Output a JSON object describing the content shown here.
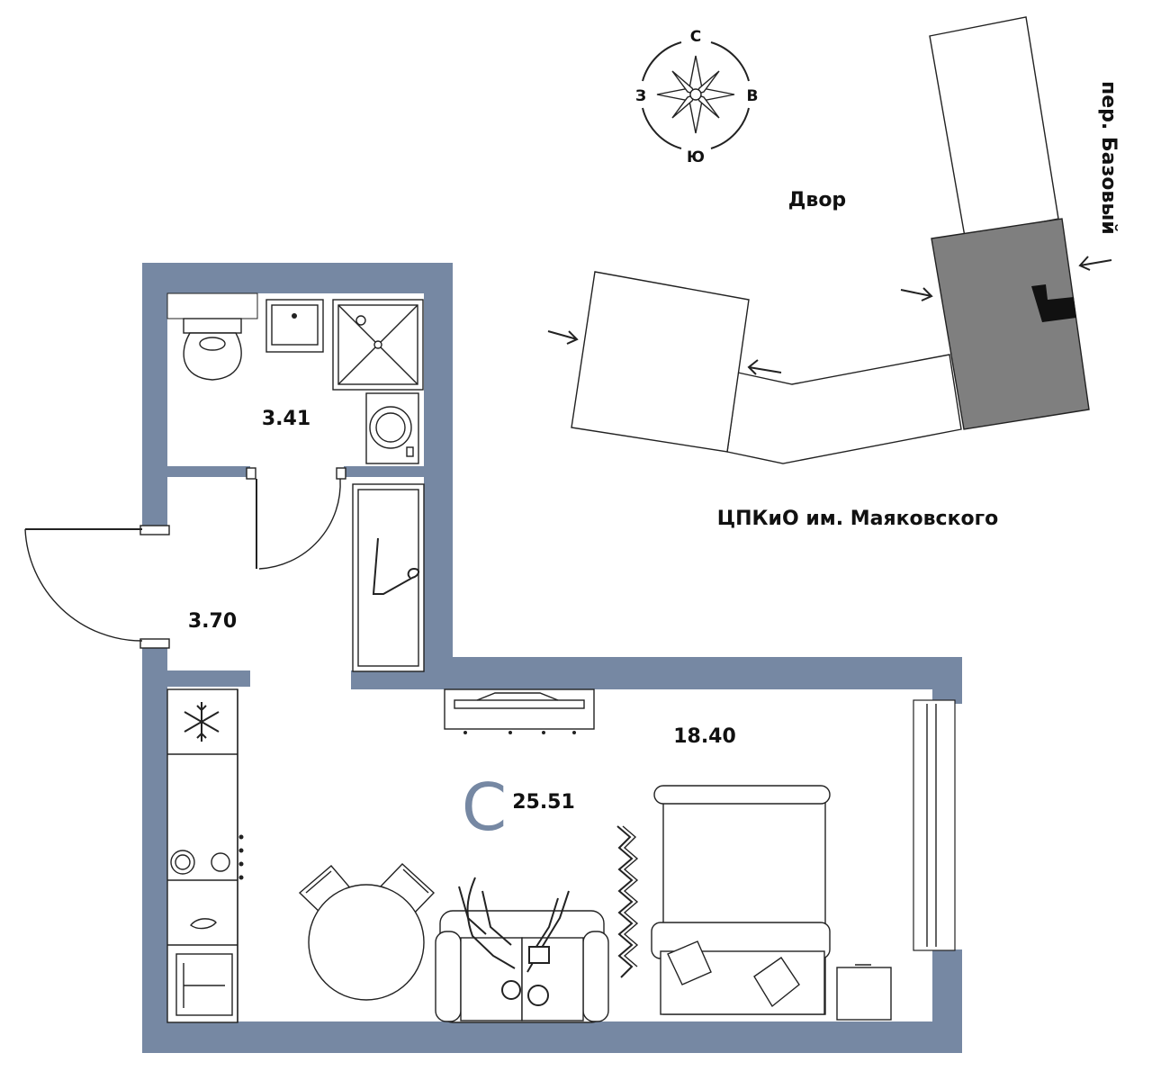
{
  "rooms": {
    "bathroom_area": "3.41",
    "hall_area": "3.70",
    "living_area": "18.40",
    "total_area": "25.51",
    "type_letter": "С"
  },
  "compass": {
    "north": "С",
    "south": "Ю",
    "west": "З",
    "east": "В"
  },
  "site": {
    "yard_label": "Двор",
    "street_label": "пер. Базовый",
    "park_label": "ЦПКиО им. Маяковского"
  },
  "colors": {
    "wall": "#7688a3",
    "highlighted_building": "#7f7f7f",
    "type_letter": "#7688a3"
  }
}
